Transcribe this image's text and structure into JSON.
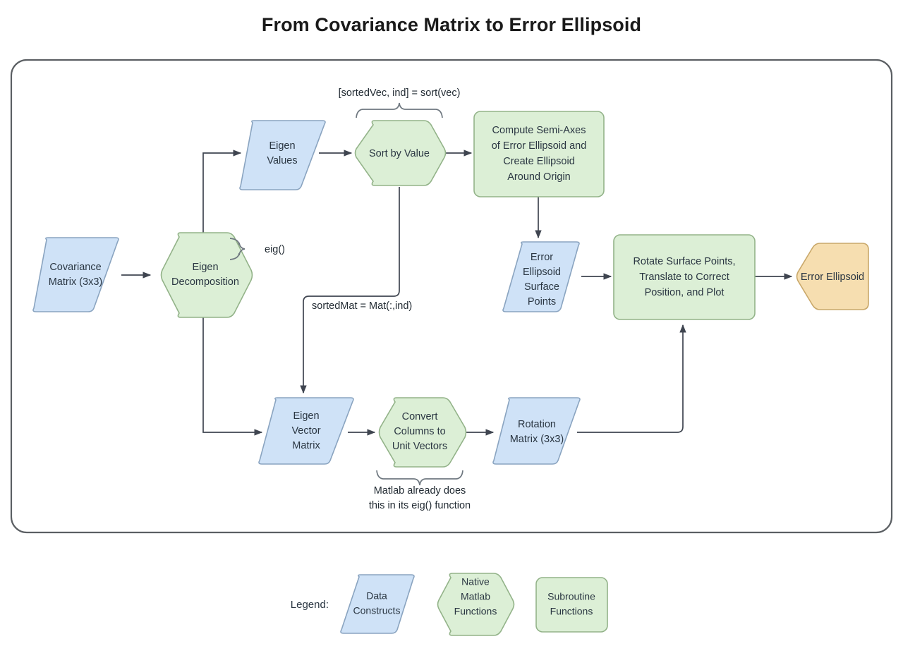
{
  "title": "From Covariance Matrix to Error Ellipsoid",
  "colors": {
    "data_construct_fill": "#cfe2f7",
    "data_construct_stroke": "#8aa4c0",
    "native_function_fill": "#dcefd6",
    "native_function_stroke": "#93b389",
    "output_fill": "#f6deb0",
    "output_stroke": "#c9a86a",
    "connector": "#3f4550",
    "frame": "#5b5f63",
    "text": "#2a3642"
  },
  "nodes": {
    "covariance_matrix": {
      "lines": [
        "Covariance",
        "Matrix (3x3)"
      ],
      "shape": "parallelogram",
      "category": "data-construct"
    },
    "eigen_decomposition": {
      "lines": [
        "Eigen",
        "Decomposition"
      ],
      "shape": "hexagon",
      "category": "native-matlab-function"
    },
    "eigen_values": {
      "lines": [
        "Eigen",
        "Values"
      ],
      "shape": "parallelogram",
      "category": "data-construct"
    },
    "sort_by_value": {
      "lines": [
        "Sort by Value"
      ],
      "shape": "hexagon",
      "category": "native-matlab-function"
    },
    "compute_semi_axes": {
      "lines": [
        "Compute Semi-Axes",
        "of Error Ellipsoid and",
        "Create Ellipsoid",
        "Around Origin"
      ],
      "shape": "rounded-rect",
      "category": "subroutine-function"
    },
    "error_ellipsoid_surface_points": {
      "lines": [
        "Error",
        "Ellipsoid",
        "Surface",
        "Points"
      ],
      "shape": "parallelogram",
      "category": "data-construct"
    },
    "rotate_surface_points": {
      "lines": [
        "Rotate Surface Points,",
        "Translate to Correct",
        "Position, and Plot"
      ],
      "shape": "rounded-rect",
      "category": "subroutine-function"
    },
    "error_ellipsoid": {
      "lines": [
        "Error Ellipsoid"
      ],
      "shape": "hexagon-output",
      "category": "output"
    },
    "eigen_vector_matrix": {
      "lines": [
        "Eigen",
        "Vector",
        "Matrix"
      ],
      "shape": "parallelogram",
      "category": "data-construct"
    },
    "convert_columns": {
      "lines": [
        "Convert",
        "Columns to",
        "Unit Vectors"
      ],
      "shape": "hexagon",
      "category": "native-matlab-function"
    },
    "rotation_matrix": {
      "lines": [
        "Rotation",
        "Matrix (3x3)"
      ],
      "shape": "parallelogram",
      "category": "data-construct"
    }
  },
  "annotations": {
    "eig_call": {
      "lines": [
        "eig()"
      ],
      "target": "eigen_decomposition",
      "brace": "vertical-right"
    },
    "sort_call": {
      "lines": [
        "[sortedVec, ind] = sort(vec)"
      ],
      "target": "sort_by_value",
      "brace": "horizontal-above"
    },
    "sorted_mat": {
      "lines": [
        "sortedMat = Mat(:,ind)"
      ],
      "target": "connector",
      "brace": "none"
    },
    "matlab_note": {
      "lines": [
        "Matlab already does",
        "this in its eig() function"
      ],
      "target": "convert_columns",
      "brace": "horizontal-below"
    }
  },
  "legend": {
    "label": "Legend:",
    "items": [
      {
        "lines": [
          "Data",
          "Constructs"
        ],
        "shape": "parallelogram",
        "category": "data-construct"
      },
      {
        "lines": [
          "Native",
          "Matlab",
          "Functions"
        ],
        "shape": "hexagon",
        "category": "native-matlab-function"
      },
      {
        "lines": [
          "Subroutine",
          "Functions"
        ],
        "shape": "rounded-rect",
        "category": "subroutine-function"
      }
    ]
  }
}
